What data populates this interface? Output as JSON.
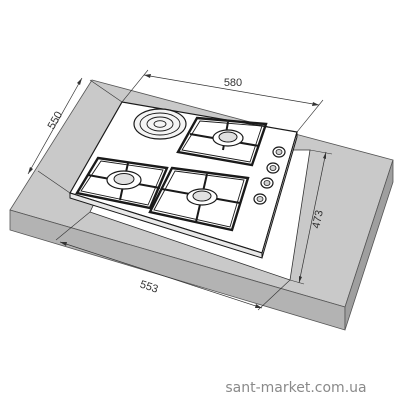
{
  "dimensions": {
    "width_top": "580",
    "depth_left": "550",
    "cutout_depth": "473",
    "cutout_width": "553"
  },
  "watermark": "sant-market.com.ua",
  "colors": {
    "countertop_top": "#c9c9c9",
    "countertop_side": "#9f9f9f",
    "hob_surface": "#ffffff",
    "line": "#1a1a1a",
    "watermark": "#8a8a8a"
  },
  "icons": [
    "electric-hotplate-icon",
    "gas-burner-icon",
    "pan-support-grid-icon",
    "control-knob-icon"
  ]
}
